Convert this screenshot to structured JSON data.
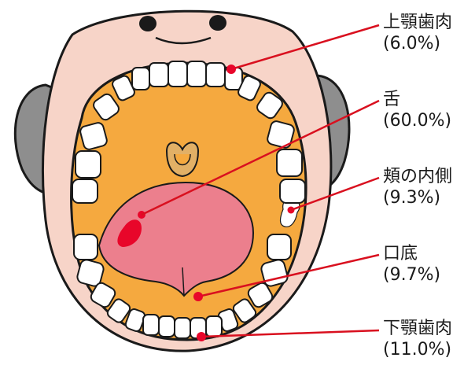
{
  "labels": [
    {
      "name": "上顎歯肉",
      "pct": "(6.0%)"
    },
    {
      "name": "舌",
      "pct": "(60.0%)"
    },
    {
      "name": "頬の内側",
      "pct": "(9.3%)"
    },
    {
      "name": "口底",
      "pct": "(9.7%)"
    },
    {
      "name": "下顎歯肉",
      "pct": "(11.0%)"
    }
  ],
  "colors": {
    "marker": "#e8062a",
    "leader_line": "#d9101f",
    "skin": "#f7d4c8",
    "mouth_fill": "#f5a93f",
    "tongue": "#ec7f8d",
    "ear_gray": "#8e8e8e",
    "tooth_white": "#ffffff",
    "outline": "#1a1a1a"
  }
}
